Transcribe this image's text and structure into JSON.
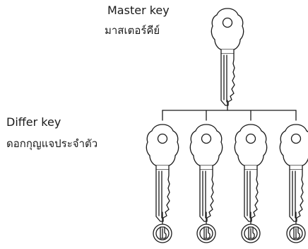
{
  "master": {
    "label_en": "Master key",
    "label_th": "มาสเตอร์คีย์"
  },
  "differ": {
    "label_en": "Differ key",
    "label_th": "ดอกกุญแจประจำตัว",
    "key_count": 4
  },
  "colors": {
    "stroke": "#1a1a1a",
    "fill": "#ffffff"
  },
  "icons": [
    "key-icon",
    "cylinder-lock-icon"
  ]
}
